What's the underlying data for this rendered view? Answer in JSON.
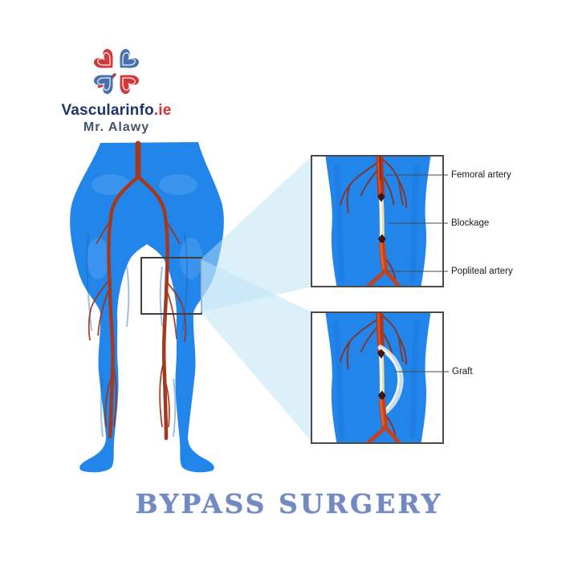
{
  "logo": {
    "brand_navy": "Vascularinfo",
    "brand_red": ".ie",
    "subtitle": "Mr. Alawy",
    "icon": "clover-hearts-logo",
    "colors": {
      "navy": "#1d3666",
      "red": "#d13038",
      "petal_red": "#cf3a3c",
      "petal_blue": "#4a6fae",
      "subtitle": "#44546a"
    }
  },
  "diagram": {
    "title": "BYPASS SURGERY",
    "title_color": "#7389c2",
    "body_color": "#2285ea",
    "artery_color": "#a93b1e",
    "blockage_color": "#ecdcb4",
    "graft_color": "#d7e2e9",
    "beam_color": "#b9e2f6",
    "panel_border_color": "#4a4a4a",
    "labels": {
      "femoral": "Femoral artery",
      "blockage": "Blockage",
      "popliteal": "Popliteal artery",
      "graft": "Graft"
    }
  }
}
